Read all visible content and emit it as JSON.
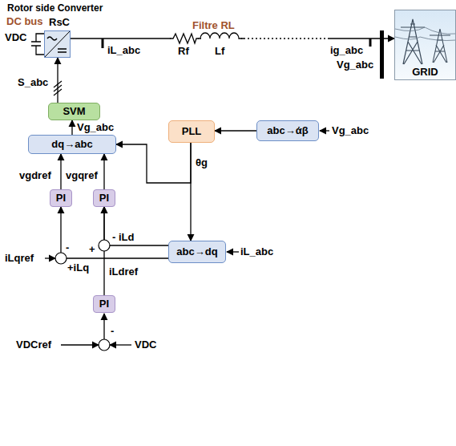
{
  "diagram": {
    "nodes": [
      {
        "text": [
          "Rotor side Converter",
          "RsC"
        ]
      },
      {
        "text": [
          "GRID"
        ]
      },
      {
        "text": [
          "SVM"
        ]
      },
      {
        "text": [
          "dq→abc"
        ]
      },
      {
        "text": [
          "PLL"
        ]
      },
      {
        "text": [
          "abc→άβ"
        ]
      },
      {
        "text": [
          "PI"
        ]
      },
      {
        "text": [
          "PI"
        ]
      },
      {
        "text": [
          "abc→dq"
        ]
      },
      {
        "text": [
          "PI"
        ]
      }
    ],
    "edges": [
      {
        "from": 0,
        "to": 1,
        "arrow": "to"
      },
      {
        "from": 2,
        "to": 0,
        "arrow": "to"
      },
      {
        "from": 3,
        "to": 2,
        "arrow": "to"
      },
      {
        "from": 5,
        "to": 4,
        "arrow": "to"
      },
      {
        "from": 4,
        "to": 3,
        "arrow": "to"
      },
      {
        "from": 4,
        "to": 8,
        "arrow": "to"
      },
      {
        "from": 6,
        "to": 3,
        "arrow": "to"
      },
      {
        "from": 7,
        "to": 3,
        "arrow": "to"
      },
      {
        "from": 8,
        "to": 6,
        "arrow": "to"
      },
      {
        "from": 8,
        "to": 7,
        "arrow": "to"
      },
      {
        "from": 9,
        "to": 7,
        "arrow": "to"
      }
    ],
    "labels": [
      "DC bus",
      "VDC",
      "S_abc",
      "iL_abc",
      "Filtre RL",
      "Rf",
      "Lf",
      "ig_abc",
      "Vg_abc",
      "Vg_abc",
      "θg",
      "Vg_abc",
      "vgdref",
      "vgqref",
      "iLqref",
      "-",
      "+iLq",
      "- iLd",
      "+",
      "iL_abc",
      "iLdref",
      "VDCref",
      "-",
      "VDC"
    ]
  }
}
